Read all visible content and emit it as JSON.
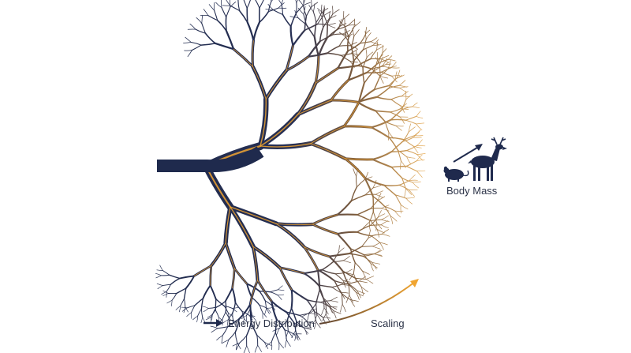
{
  "labels": {
    "body_mass": "Body Mass",
    "energy_distribution": "Energy Distribution",
    "scaling": "Scaling"
  },
  "colors": {
    "trunk": "#1f2a4d",
    "glow": "#f0a531",
    "tip_gold": "#efb25a",
    "text": "#2b3247"
  },
  "icons": [
    "mouse-icon",
    "deer-icon",
    "growth-arrow-icon",
    "energy-arrow-icon",
    "scaling-arrow-icon"
  ]
}
